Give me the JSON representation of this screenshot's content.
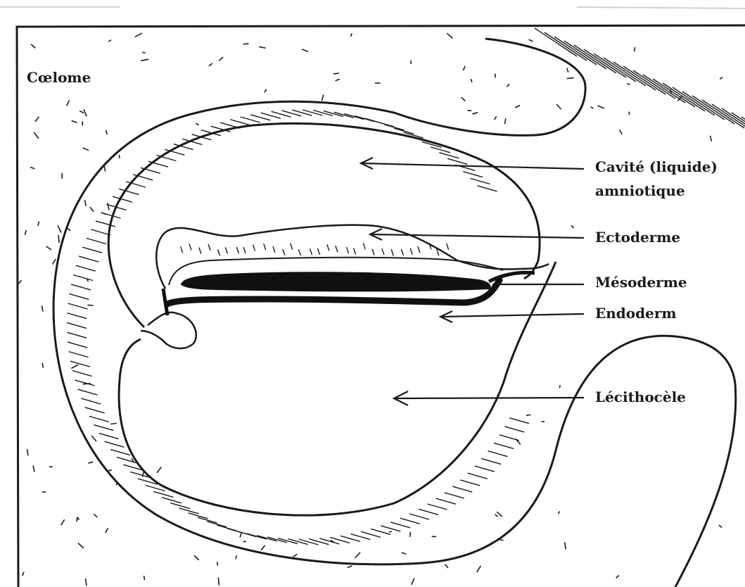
{
  "labels": {
    "coelome": "Cœlome",
    "cavite_line1": "Cavité (liquide)",
    "cavite_line2": "amniotique",
    "ectoderme": "Ectoderme",
    "mesoderme": "Mésoderme",
    "endoderm": "Endoderm",
    "lecithocele": "Lécithocèle"
  },
  "colors": {
    "ink": "#1a1a1a",
    "paper": "#ffffff"
  }
}
